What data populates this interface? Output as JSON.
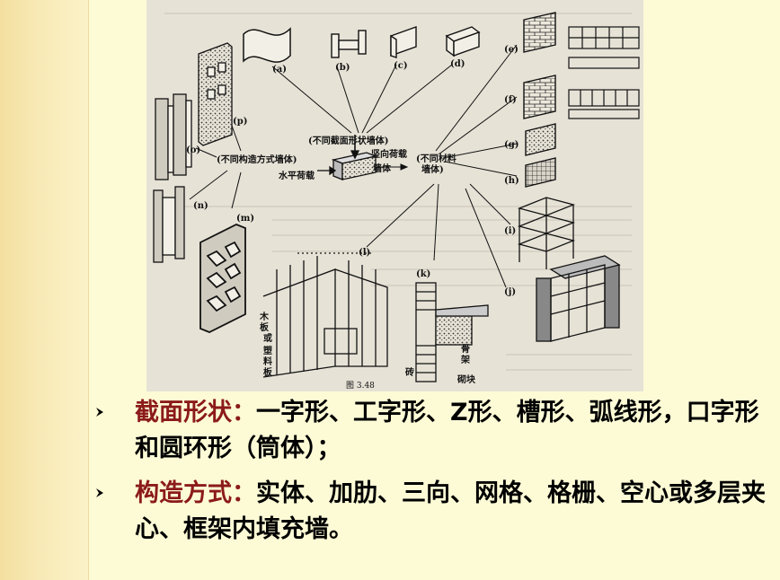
{
  "figure": {
    "center": {
      "title": "(不同截面形状墙体)",
      "vertical_load": "竖向荷载",
      "horizontal_load": "水平荷载",
      "wall": "墙体",
      "left_label": "(不同构造方式墙体)",
      "right_label_1": "(不同材料",
      "right_label_2": "墙体)"
    },
    "letters": [
      "(a)",
      "(b)",
      "(c)",
      "(d)",
      "(e)",
      "(f)",
      "(g)",
      "(h)",
      "(i)",
      "(j)",
      "(k)",
      "(l)",
      "(m)",
      "(n)",
      "(o)",
      "(p)"
    ],
    "wood": [
      "木",
      "板",
      "或",
      "塑",
      "料",
      "板"
    ],
    "skeleton": [
      "骨",
      "架"
    ],
    "brick": "砖",
    "block": "砌块",
    "caption": "图 3.48"
  },
  "bullets": [
    {
      "term": "截面形状：",
      "text": "一字形、工字形、Z形、槽形、弧线形，口字形和圆环形（筒体）；"
    },
    {
      "term": "构造方式：",
      "text": "实体、加肋、三向、网格、格栅、空心或多层夹心、框架内填充墙。"
    }
  ],
  "colors": {
    "background": "#fdfbd6",
    "term": "#8b1a1a",
    "figure_bg": "#e6e2d6"
  }
}
